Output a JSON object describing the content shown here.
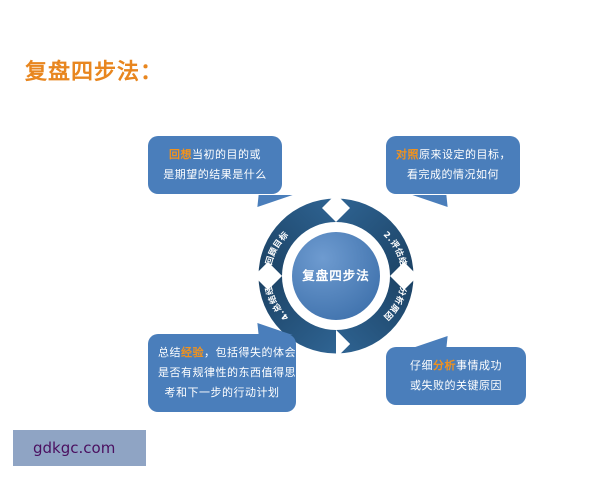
{
  "title": "复盘四步法：",
  "colors": {
    "title_orange": "#E8861F",
    "callout_blue": "#4A7EBB",
    "highlight_orange": "#F0921E",
    "ring_dark_blue": "#1F4E79",
    "ring_mid_blue": "#2E5F8A",
    "center_blue": "#4A7EBB",
    "background": "#FFFFFF",
    "watermark_bg": "#8FA4C4",
    "watermark_text": "#4B1060"
  },
  "cycle": {
    "center_label": "复盘四步法",
    "segments": [
      {
        "id": "step-1",
        "label": "1.回顾目标",
        "position": "top-left"
      },
      {
        "id": "step-2",
        "label": "2.评估结果",
        "position": "top-right"
      },
      {
        "id": "step-3",
        "label": "3.分析原因",
        "position": "bottom-right"
      },
      {
        "id": "step-4",
        "label": "4.总结经验",
        "position": "bottom-left"
      }
    ]
  },
  "callouts": {
    "top_left": {
      "step": "1.回顾目标",
      "highlight": "回想",
      "line1_rest": "当初的目的或",
      "line2": "是期望的结果是什么"
    },
    "top_right": {
      "step": "2.评估结果",
      "highlight": "对照",
      "line1_rest": "原来设定的目标，",
      "line2": "看完成的情况如何"
    },
    "bottom_left": {
      "step": "4.总结经验",
      "prefix": "总结",
      "highlight": "经验",
      "line1_rest": "，包括得失的体会",
      "line2": "是否有规律性的东西值得思",
      "line3": "考和下一步的行动计划"
    },
    "bottom_right": {
      "step": "3.分析原因",
      "prefix": "仔细",
      "highlight": "分析",
      "line1_rest": "事情成功",
      "line2": "或失败的关键原因"
    }
  },
  "watermark": {
    "text": "gdkgc.com"
  }
}
